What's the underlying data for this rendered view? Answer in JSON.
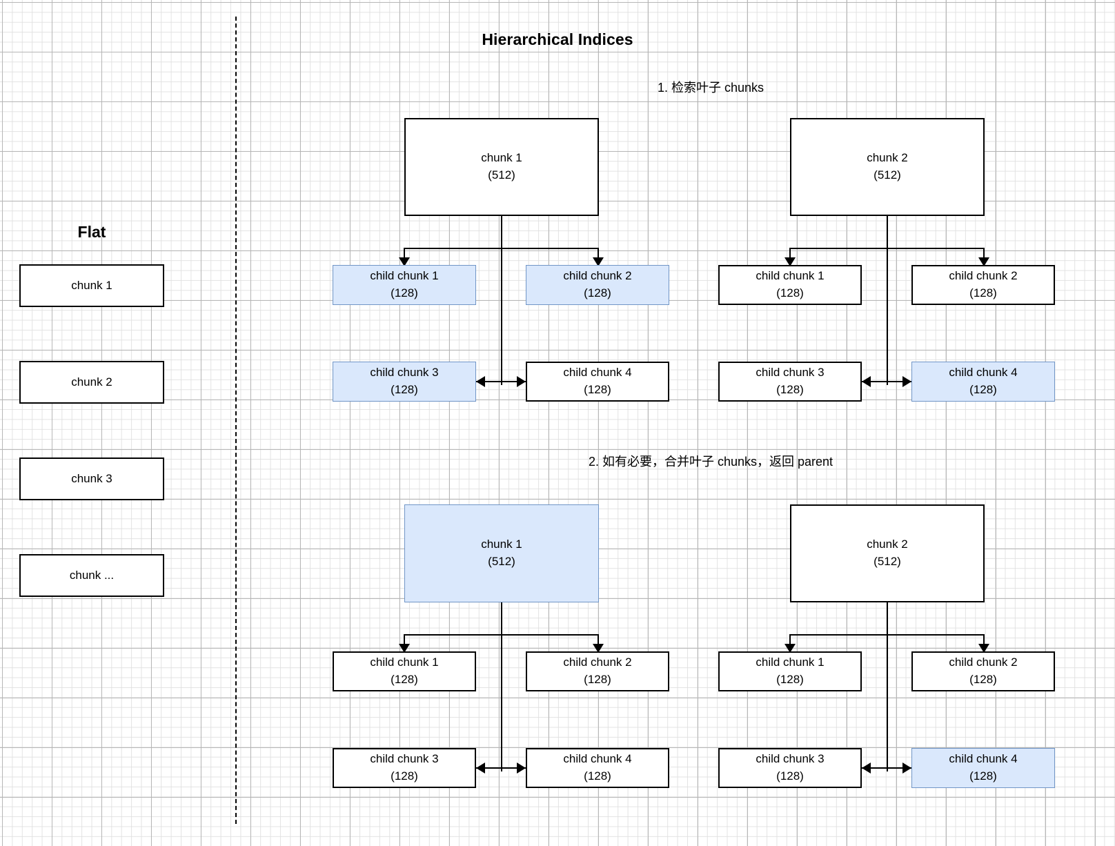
{
  "diagram": {
    "title": "Hierarchical Indices",
    "flat": {
      "heading": "Flat",
      "boxes": [
        {
          "line1": "chunk 1"
        },
        {
          "line1": "chunk 2"
        },
        {
          "line1": "chunk 3"
        },
        {
          "line1": "chunk ..."
        }
      ]
    },
    "steps": [
      {
        "text": "1. 检索叶子 chunks"
      },
      {
        "text": "2. 如有必要，合并叶子 chunks，返回 parent"
      }
    ],
    "colors": {
      "highlight_fill": "#dae8fc",
      "highlight_stroke": "#7095c6",
      "stroke": "#000000",
      "grid_major": "#b4b4b4",
      "grid_minor": "#e0e0e0"
    },
    "step1": {
      "tree_left": {
        "parent": {
          "line1": "chunk 1",
          "line2": "(512)",
          "highlighted": false
        },
        "children": [
          {
            "line1": "child chunk 1",
            "line2": "(128)",
            "highlighted": true
          },
          {
            "line1": "child chunk 2",
            "line2": "(128)",
            "highlighted": true
          },
          {
            "line1": "child chunk 3",
            "line2": "(128)",
            "highlighted": true
          },
          {
            "line1": "child chunk 4",
            "line2": "(128)",
            "highlighted": false
          }
        ]
      },
      "tree_right": {
        "parent": {
          "line1": "chunk 2",
          "line2": "(512)",
          "highlighted": false
        },
        "children": [
          {
            "line1": "child chunk 1",
            "line2": "(128)",
            "highlighted": false
          },
          {
            "line1": "child chunk 2",
            "line2": "(128)",
            "highlighted": false
          },
          {
            "line1": "child chunk 3",
            "line2": "(128)",
            "highlighted": false
          },
          {
            "line1": "child chunk 4",
            "line2": "(128)",
            "highlighted": true
          }
        ]
      }
    },
    "step2": {
      "tree_left": {
        "parent": {
          "line1": "chunk 1",
          "line2": "(512)",
          "highlighted": true
        },
        "children": [
          {
            "line1": "child chunk 1",
            "line2": "(128)",
            "highlighted": false
          },
          {
            "line1": "child chunk 2",
            "line2": "(128)",
            "highlighted": false
          },
          {
            "line1": "child chunk 3",
            "line2": "(128)",
            "highlighted": false
          },
          {
            "line1": "child chunk 4",
            "line2": "(128)",
            "highlighted": false
          }
        ]
      },
      "tree_right": {
        "parent": {
          "line1": "chunk 2",
          "line2": "(512)",
          "highlighted": false
        },
        "children": [
          {
            "line1": "child chunk 1",
            "line2": "(128)",
            "highlighted": false
          },
          {
            "line1": "child chunk 2",
            "line2": "(128)",
            "highlighted": false
          },
          {
            "line1": "child chunk 3",
            "line2": "(128)",
            "highlighted": false
          },
          {
            "line1": "child chunk 4",
            "line2": "(128)",
            "highlighted": true
          }
        ]
      }
    }
  }
}
